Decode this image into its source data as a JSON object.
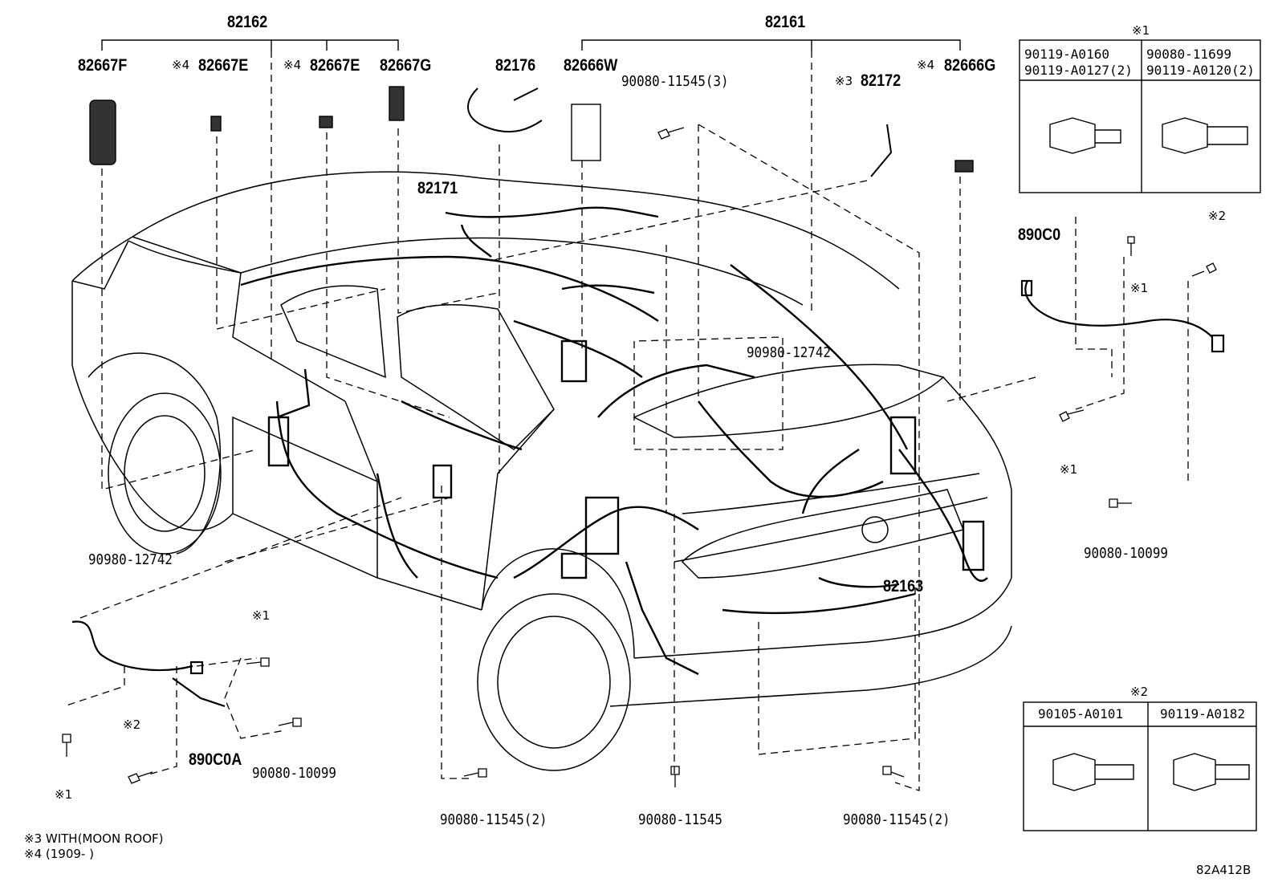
{
  "callouts": {
    "c82162": "82162",
    "c82161": "82161",
    "c82667F": "82667F",
    "c82667E_a": "82667E",
    "c82667E_b": "82667E",
    "c82667G": "82667G",
    "c82176": "82176",
    "c82666W": "82666W",
    "c82172": "82172",
    "c82666G": "82666G",
    "c82171": "82171",
    "c82163": "82163",
    "c890C0": "890C0",
    "c890C0A": "890C0A",
    "note4a": "※4",
    "note4b": "※4",
    "note3": "※3",
    "note4c": "※4"
  },
  "parts": {
    "p_90080_11545_3": "90080-11545(3)",
    "p_90980_12742_top": "90980-12742",
    "p_90980_12742_left": "90980-12742",
    "p_90080_10099_right": "90080-10099",
    "p_90080_10099_left": "90080-10099",
    "p_90080_11545_2a": "90080-11545(2)",
    "p_90080_11545": "90080-11545",
    "p_90080_11545_2b": "90080-11545(2)"
  },
  "marks": {
    "m1_right_a": "※1",
    "m2_right": "※2",
    "m1_right_b": "※1",
    "m1_left_top": "※1",
    "m2_left": "※2",
    "m1_left_bottom": "※1"
  },
  "table1": {
    "header": "※1",
    "c1_line1": "90119-A0160",
    "c1_line2": "90119-A0127(2)",
    "c2_line1": "90080-11699",
    "c2_line2": "90119-A0120(2)"
  },
  "table2": {
    "header": "※2",
    "c1": "90105-A0101",
    "c2": "90119-A0182"
  },
  "notes": {
    "n3": "※3 WITH(MOON ROOF)",
    "n4": "※4 (1909-     )"
  },
  "ref_code": "82A412B"
}
